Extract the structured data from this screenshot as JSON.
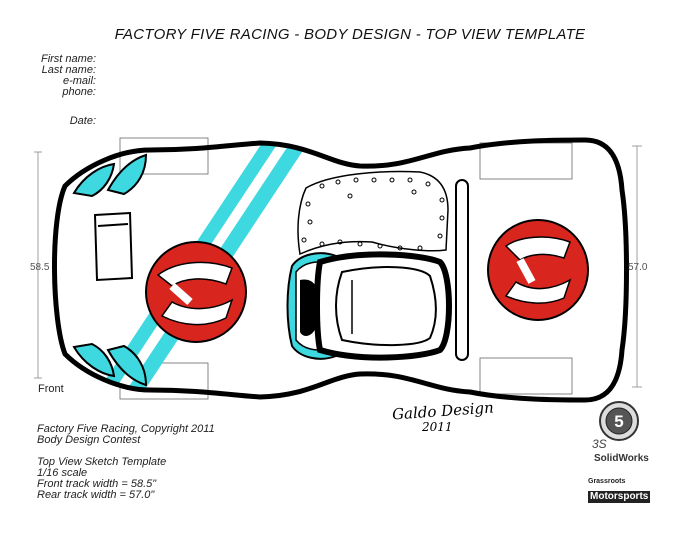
{
  "header": {
    "title": "FACTORY FIVE RACING - BODY DESIGN - TOP VIEW TEMPLATE"
  },
  "form": {
    "first_name": "First name:",
    "last_name": "Last name:",
    "email": "e-mail:",
    "phone": "phone:",
    "date": "Date:"
  },
  "drawing": {
    "front_label": "Front",
    "front_measure": "58.5",
    "rear_measure": "57.0",
    "signature": "Galdo Design",
    "signature_year": "2011"
  },
  "footer": {
    "copyright": "Factory Five Racing, Copyright 2011",
    "contest": "Body Design Contest",
    "template": "Top View Sketch Template",
    "scale": "1/16 scale",
    "front_track": "Front track width = 58.5\"",
    "rear_track": "Rear track width = 57.0\""
  },
  "logos": {
    "five_badge": "5",
    "solidworks": "SolidWorks",
    "ds": "3S",
    "grassroots_top": "Grassroots",
    "grassroots_main": "Motorsports"
  },
  "colors": {
    "stripe": "#3ed8e0",
    "roundel_red": "#d8261f",
    "outline": "#000000"
  }
}
